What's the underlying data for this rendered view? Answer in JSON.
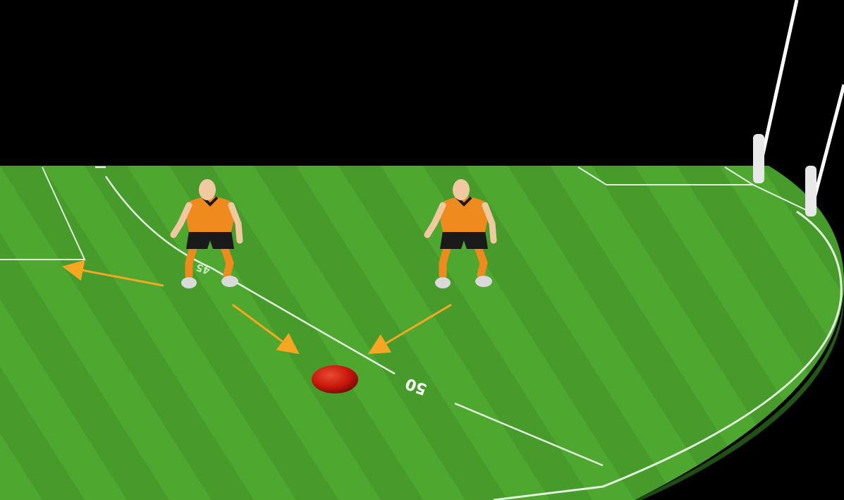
{
  "scene": {
    "description_labels": {
      "arc_distance_label": "50",
      "near_player_marker_label": "45"
    },
    "colors": {
      "sky": "#000000",
      "grass_light": "#4ea82f",
      "grass_dark": "#3f8f27",
      "lines": "#ffffff",
      "arrow": "#f5a623",
      "jersey": "#ee8a1e",
      "shorts": "#1a1a1a",
      "skin": "#f0c9a0",
      "ball": "#c8160c"
    },
    "players": [
      {
        "name": "player-left",
        "team_color": "orange"
      },
      {
        "name": "player-right",
        "team_color": "orange"
      }
    ],
    "arrows": [
      {
        "name": "arrow-left-player-to-left",
        "direction": "left"
      },
      {
        "name": "arrow-left-player-to-ball",
        "direction": "down-right"
      },
      {
        "name": "arrow-right-player-to-ball",
        "direction": "down-left"
      }
    ],
    "objects": [
      "football",
      "goal-posts",
      "goal-square",
      "fifty-metre-arc"
    ]
  }
}
